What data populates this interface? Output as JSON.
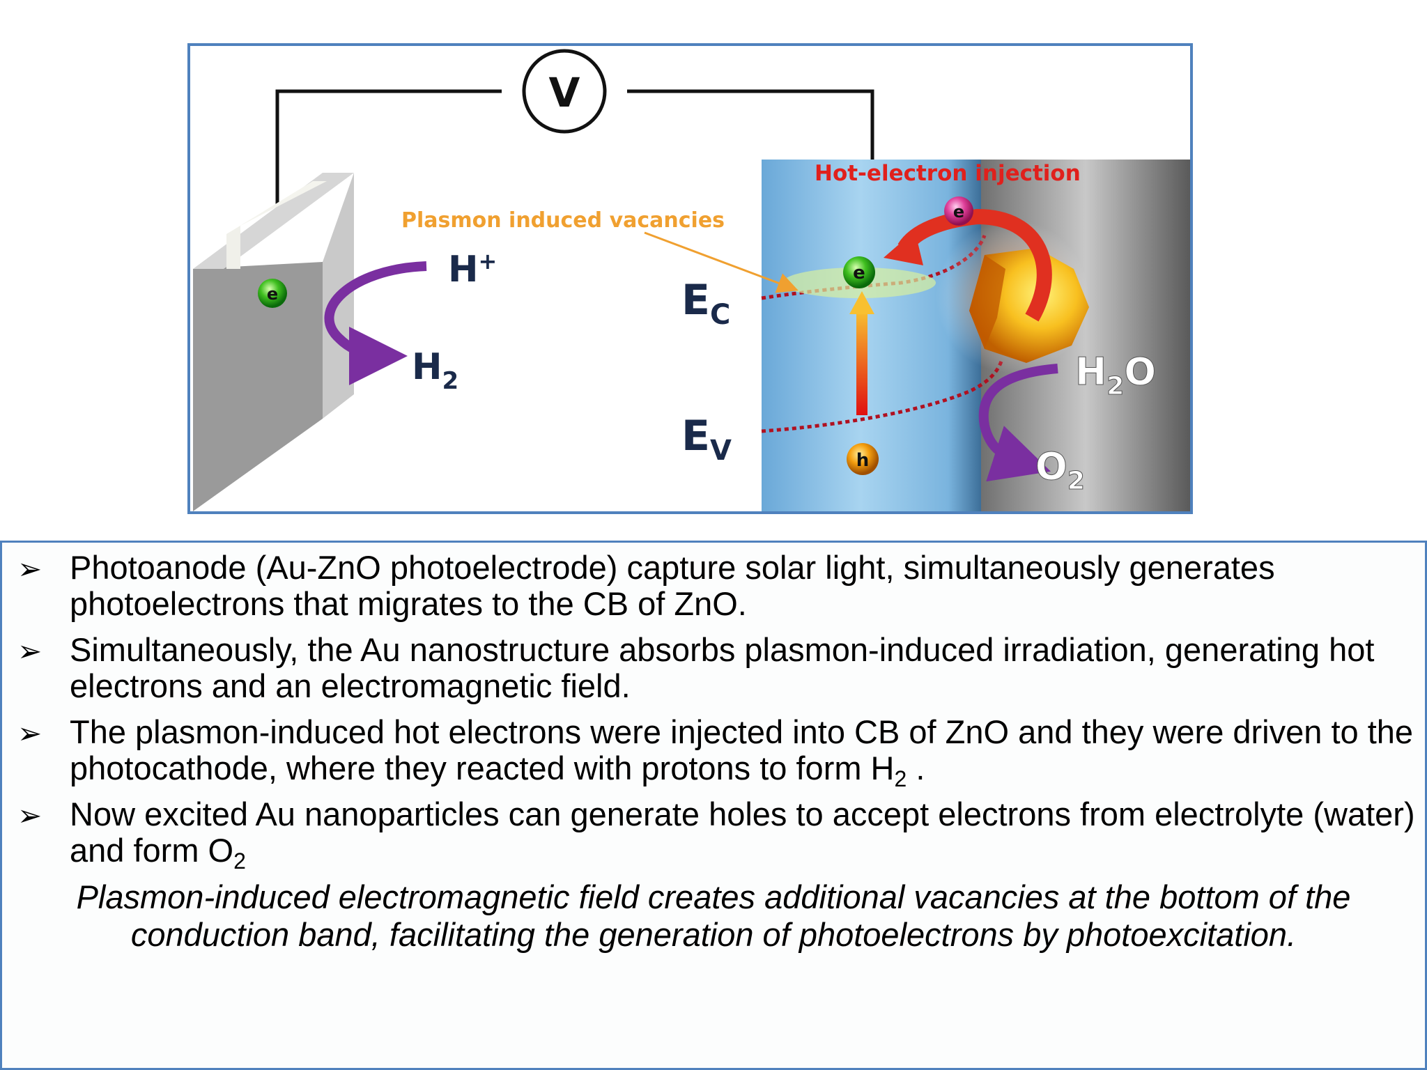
{
  "diagram": {
    "voltmeter": "V",
    "hot_electron_label": "Hot-electron injection",
    "vacancies_label": "Plasmon induced vacancies",
    "proton": "H",
    "proton_sup": "+",
    "hydrogen": "H",
    "hydrogen_sub": "2",
    "water_h": "H",
    "water_sub": "2",
    "water_o": "O",
    "oxygen": "O",
    "oxygen_sub": "2",
    "ec_main": "E",
    "ec_sub": "C",
    "ev_main": "E",
    "ev_sub": "V",
    "electron": "e",
    "hole": "h",
    "colors": {
      "frame": "#4f81bd",
      "hot_label": "#e0201c",
      "vacancy_label": "#f0a030",
      "purple_arrow": "#7a2fa0",
      "red_arrow": "#e03020",
      "band_dots": "#b01020"
    }
  },
  "bullets": [
    {
      "text": "Photoanode (Au-ZnO photoelectrode) capture solar light, simultaneously generates photoelectrons that migrates to the CB of ZnO."
    },
    {
      "text": "Simultaneously, the Au nanostructure absorbs plasmon-induced irradiation, generating hot electrons and an electromagnetic field."
    },
    {
      "text": "The plasmon-induced hot electrons were injected into CB of ZnO and they were driven to the photocathode, where they reacted with protons to form H",
      "sub": "2",
      "tail": " ."
    },
    {
      "text": "Now excited Au nanoparticles can generate holes to accept electrons from electrolyte (water) and form O",
      "sub": "2",
      "tail": ""
    }
  ],
  "bullet_symbol": "➢",
  "note": "Plasmon-induced electromagnetic field creates additional vacancies at the bottom of the conduction band, facilitating the generation of photoelectrons by photoexcitation."
}
